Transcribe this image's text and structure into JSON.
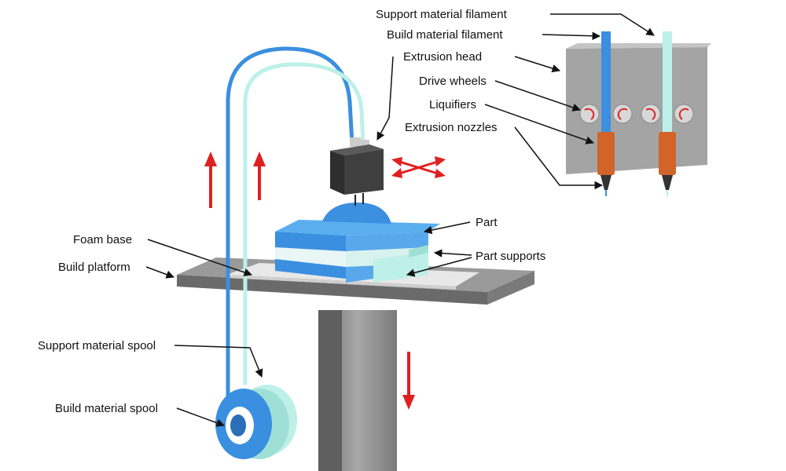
{
  "labels": {
    "support_filament": "Support material filament",
    "build_filament": "Build material filament",
    "extrusion_head": "Extrusion head",
    "drive_wheels": "Drive wheels",
    "liquifiers": "Liquifiers",
    "extrusion_nozzles": "Extrusion nozzles",
    "part": "Part",
    "part_supports": "Part supports",
    "foam_base": "Foam base",
    "build_platform": "Build platform",
    "support_spool": "Support material spool",
    "build_spool": "Build material spool"
  },
  "colors": {
    "build_material": "#3a8fe0",
    "support_material": "#bdf0e8",
    "motion_arrow": "#e02020",
    "head_dark": "#3a3a3a",
    "machine_gray": "#8a8a8a",
    "liquifier": "#d2642a"
  }
}
